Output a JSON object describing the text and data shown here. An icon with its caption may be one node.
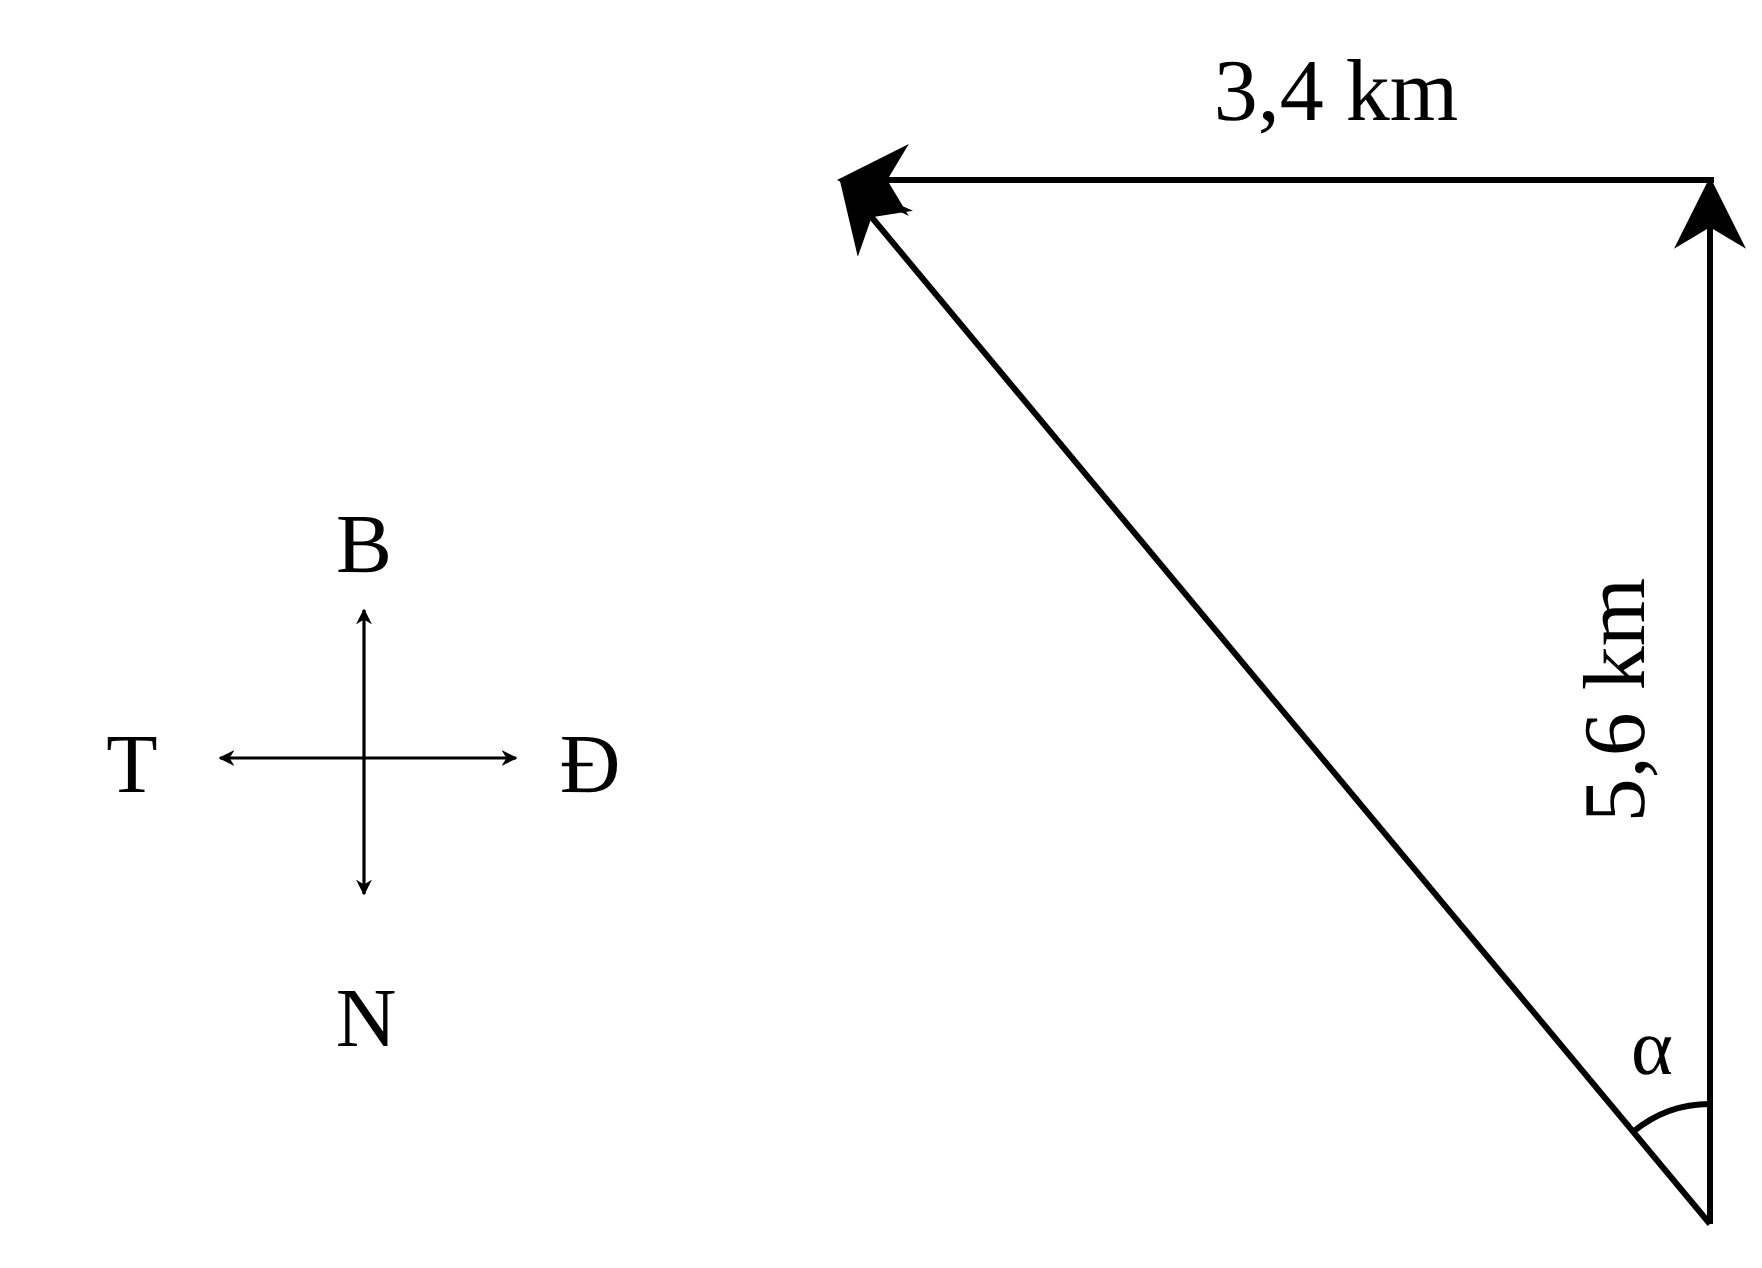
{
  "diagram": {
    "labels": [
      "3,4 km",
      "B",
      "T",
      "Đ",
      "5,6 km",
      "N",
      "α"
    ]
  }
}
